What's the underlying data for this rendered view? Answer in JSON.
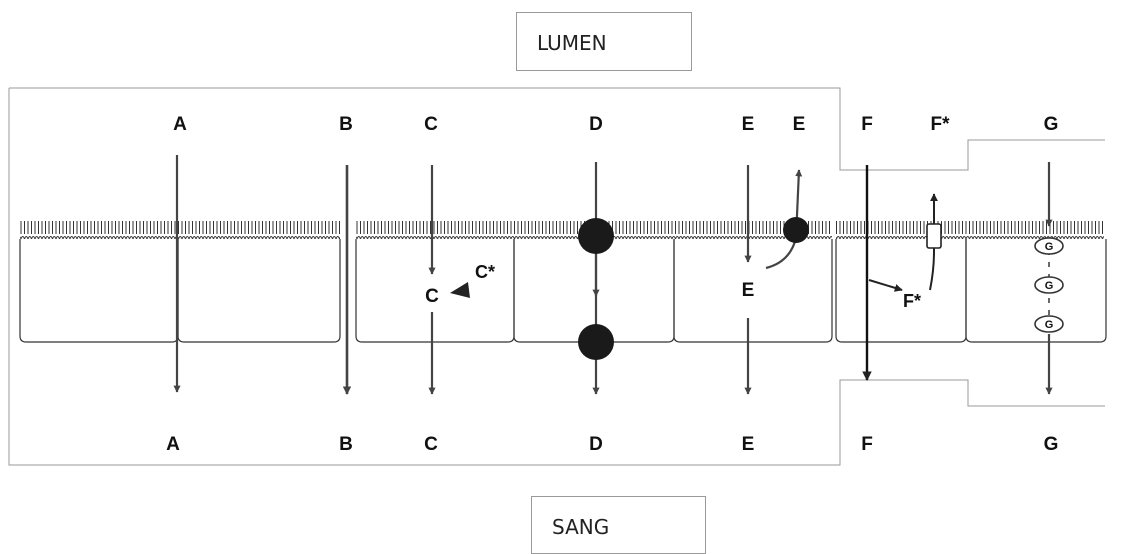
{
  "compartments": {
    "top": "LUMEN",
    "bottom": "SANG"
  },
  "routes": [
    {
      "top": "A",
      "bottom": "A"
    },
    {
      "top": "B",
      "bottom": "B"
    },
    {
      "top": "C",
      "bottom": "C",
      "inner": [
        "C",
        "C*"
      ]
    },
    {
      "top": "D",
      "bottom": "D"
    },
    {
      "top": "E",
      "top2": "E",
      "bottom": "E",
      "inner": [
        "E"
      ]
    },
    {
      "top": "F",
      "top2": "F*",
      "bottom": "F",
      "inner": [
        "F*"
      ]
    },
    {
      "top": "G",
      "bottom": "G",
      "inner": [
        "G",
        "G",
        "G"
      ]
    }
  ],
  "colors": {
    "stroke": "#333333",
    "arrow": "#444444",
    "transporter": "#1a1a1a",
    "box_border": "#9a9a9a"
  }
}
